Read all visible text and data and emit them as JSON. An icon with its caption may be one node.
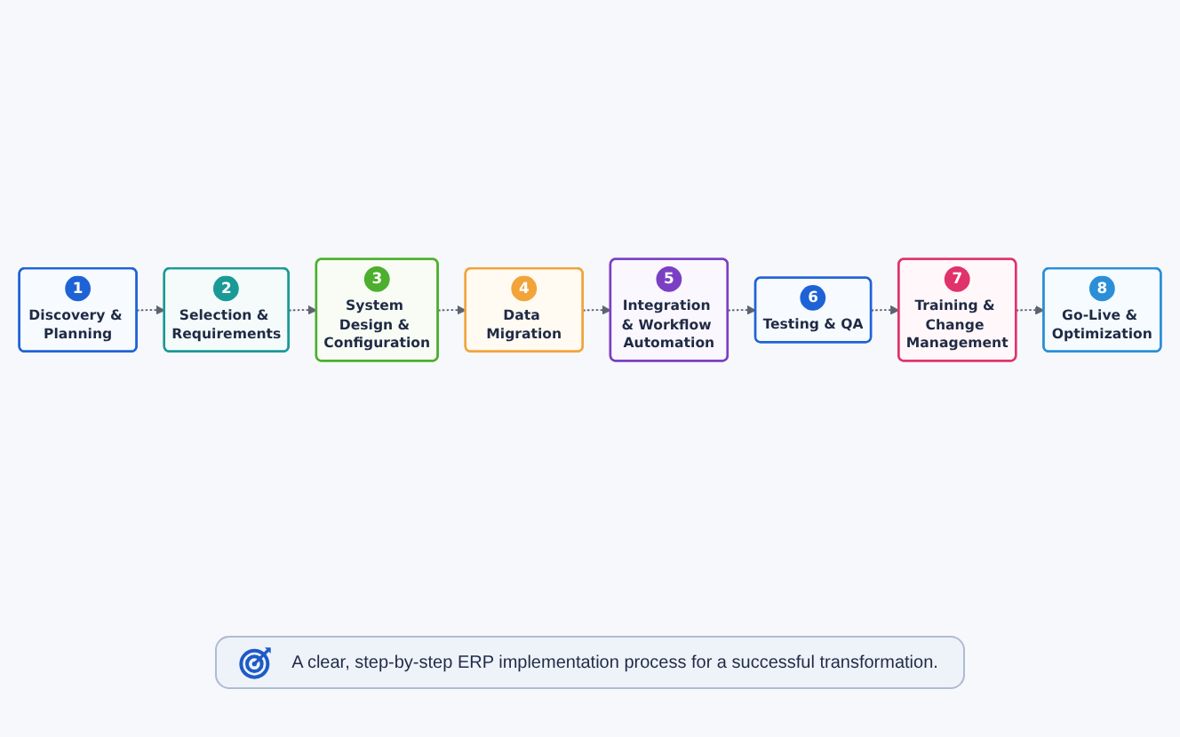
{
  "diagram": {
    "nodes": [
      {
        "text": [
          "1",
          "Discovery & Planning"
        ]
      },
      {
        "text": [
          "2",
          "Selection & Requirements"
        ]
      },
      {
        "text": [
          "3",
          "System Design & Configuration"
        ]
      },
      {
        "text": [
          "4",
          "Data Migration"
        ]
      },
      {
        "text": [
          "5",
          "Integration & Workflow Automation"
        ]
      },
      {
        "text": [
          "6",
          "Testing & QA"
        ]
      },
      {
        "text": [
          "7",
          "Training & Change Management"
        ]
      },
      {
        "text": [
          "8",
          "Go-Live & Optimization"
        ]
      }
    ],
    "edges": [
      {
        "from": 0,
        "to": 1,
        "arrow": "to",
        "style": "dashed"
      },
      {
        "from": 1,
        "to": 2,
        "arrow": "to",
        "style": "dashed"
      },
      {
        "from": 2,
        "to": 3,
        "arrow": "to",
        "style": "dashed"
      },
      {
        "from": 3,
        "to": 4,
        "arrow": "to",
        "style": "dashed"
      },
      {
        "from": 4,
        "to": 5,
        "arrow": "to",
        "style": "dashed"
      },
      {
        "from": 5,
        "to": 6,
        "arrow": "to",
        "style": "dashed"
      },
      {
        "from": 6,
        "to": 7,
        "arrow": "to",
        "style": "dashed"
      }
    ],
    "caption": "A clear, step-by-step ERP implementation process for a successful transformation."
  }
}
